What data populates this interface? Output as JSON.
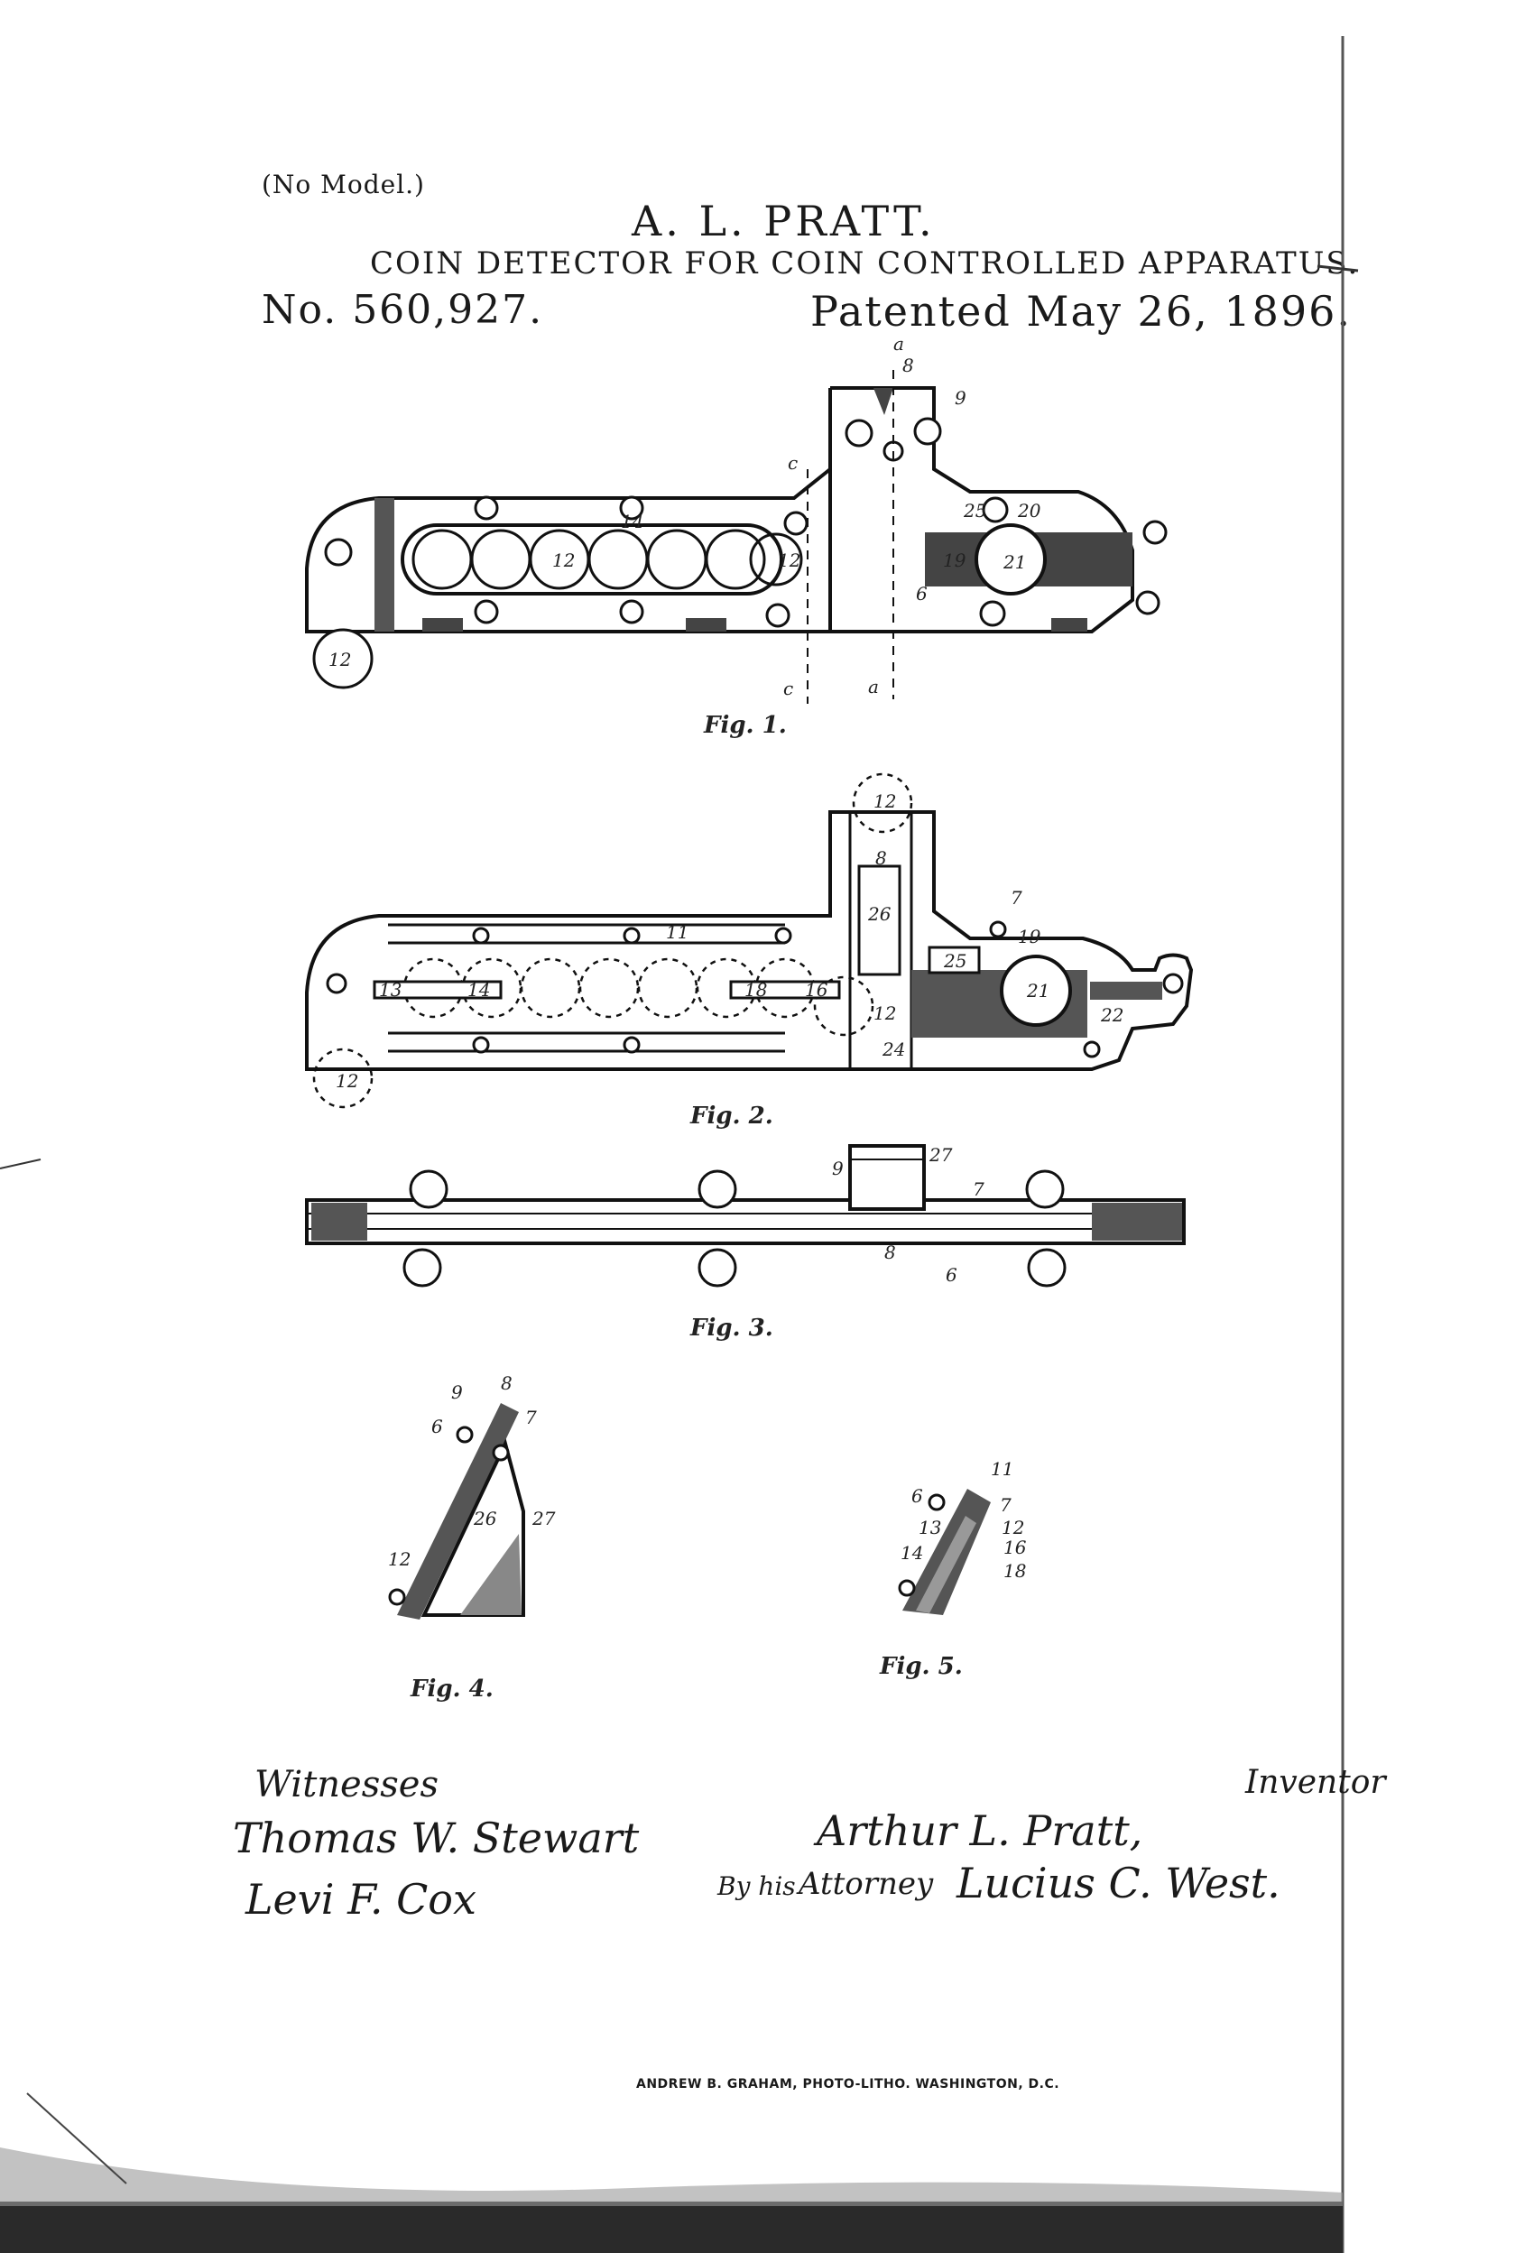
{
  "header": {
    "model_note": "(No Model.)",
    "inventor": "A. L. PRATT.",
    "title": "COIN DETECTOR FOR COIN CONTROLLED APPARATUS.",
    "patent_number": "No. 560,927.",
    "patent_date": "Patented May 26, 1896."
  },
  "figures": {
    "fig1": {
      "caption": "Fig. 1.",
      "labels": [
        "a",
        "8",
        "9",
        "c",
        "14",
        "12",
        "12",
        "25",
        "20",
        "19",
        "21",
        "6",
        "12",
        "c",
        "a"
      ]
    },
    "fig2": {
      "caption": "Fig. 2.",
      "labels": [
        "12",
        "8",
        "7",
        "26",
        "11",
        "19",
        "25",
        "21",
        "13",
        "14",
        "18",
        "16",
        "12",
        "22",
        "24",
        "12"
      ]
    },
    "fig3": {
      "caption": "Fig. 3.",
      "labels": [
        "27",
        "9",
        "7",
        "8",
        "6"
      ]
    },
    "fig4": {
      "caption": "Fig. 4.",
      "labels": [
        "8",
        "9",
        "7",
        "6",
        "26",
        "27",
        "12"
      ]
    },
    "fig5": {
      "caption": "Fig. 5.",
      "labels": [
        "11",
        "6",
        "7",
        "13",
        "12",
        "16",
        "14",
        "18"
      ]
    }
  },
  "signatures": {
    "witnesses_label": "Witnesses",
    "witness_1": "Thomas W. Stewart",
    "witness_2": "Levi F. Cox",
    "inventor_label": "Inventor",
    "inventor_signature": "Arthur L. Pratt,",
    "by_his": "By his",
    "attorney_label": "Attorney",
    "attorney_signature": "Lucius C. West."
  },
  "imprint": "ANDREW B. GRAHAM, PHOTO-LITHO. WASHINGTON, D.C."
}
